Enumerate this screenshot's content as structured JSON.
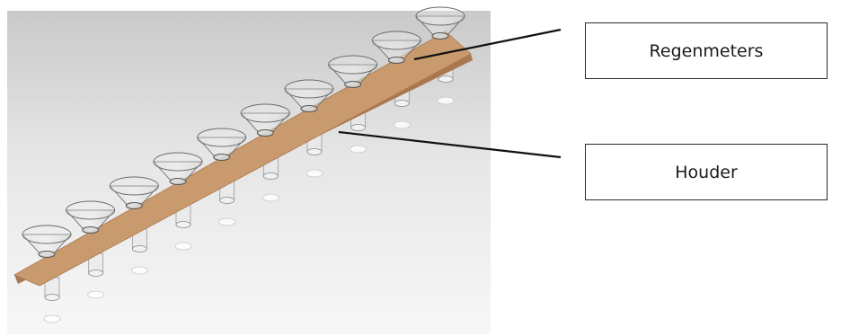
{
  "labels": {
    "rain_gauges": "Regenmeters",
    "holder": "Houder"
  },
  "colors": {
    "plank": "#c99a6e",
    "plank_edge": "#a9784f",
    "funnel_stroke": "#6a6a6a",
    "leader_line": "#111111",
    "box_border": "#2a2a2a"
  },
  "diagram": {
    "funnel_count": 10
  }
}
